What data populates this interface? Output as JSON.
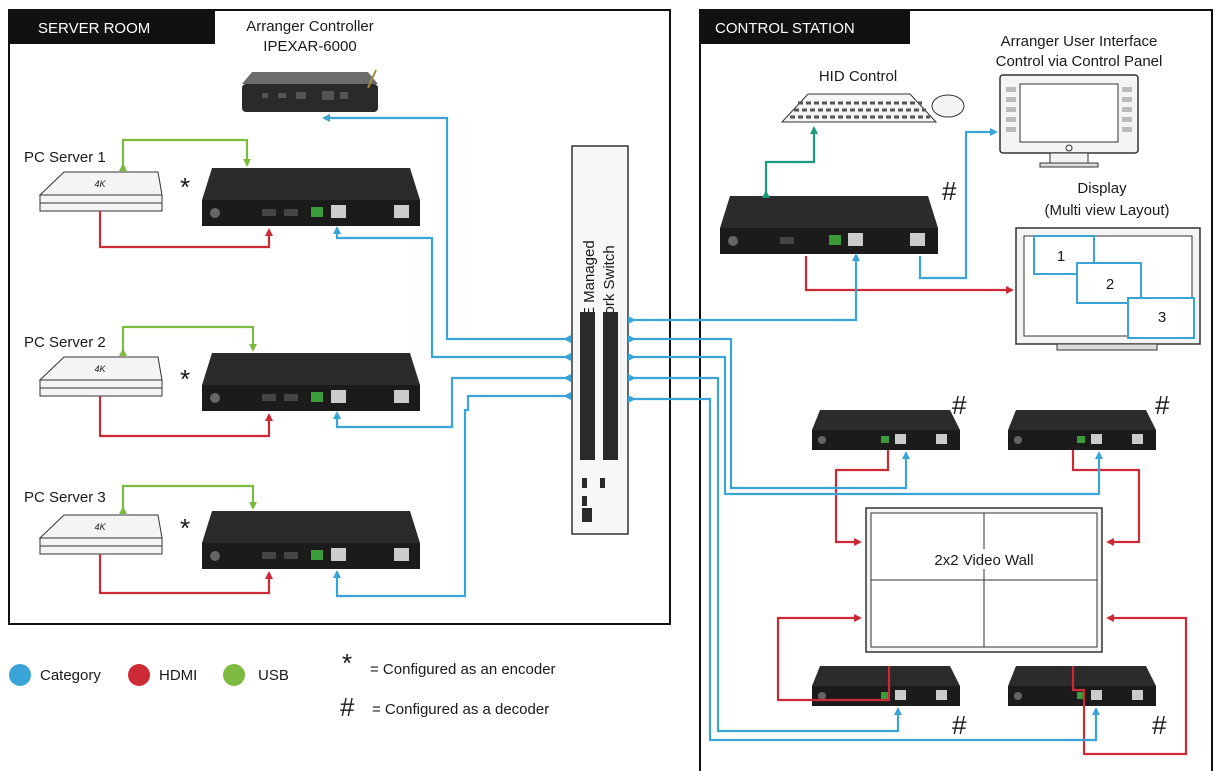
{
  "sections": {
    "server_room": "SERVER ROOM",
    "control_station": "CONTROL STATION"
  },
  "controller": {
    "title": "Arranger Controller",
    "model": "IPEXAR-6000"
  },
  "servers": [
    {
      "label": "PC Server 1",
      "badge": "4K",
      "mark": "*"
    },
    {
      "label": "PC Server 2",
      "badge": "4K",
      "mark": "*"
    },
    {
      "label": "PC Server 3",
      "badge": "4K",
      "mark": "*"
    }
  ],
  "switch": {
    "line1": "10GbE Managed",
    "line2": "Network Switch"
  },
  "control_station": {
    "hid_label": "HID Control",
    "ui_label_1": "Arranger User Interface",
    "ui_label_2": "Control via Control Panel",
    "display_label_1": "Display",
    "display_label_2": "(Multi view Layout)",
    "windows": [
      "1",
      "2",
      "3"
    ],
    "decoder_mark": "#",
    "video_wall_label": "2x2 Video Wall"
  },
  "legend": {
    "category": {
      "label": "Category",
      "color": "#3aa3d8"
    },
    "hdmi": {
      "label": "HDMI",
      "color": "#cc2b36"
    },
    "usb": {
      "label": "USB",
      "color": "#7cbb3f"
    },
    "encoder_symbol": "*",
    "encoder_text": "= Configured as an encoder",
    "decoder_symbol": "#",
    "decoder_text": "= Configured as a decoder"
  },
  "colors": {
    "category": "#3aa3d8",
    "hdmi": "#cc2b36",
    "usb": "#7cbb3f",
    "hid": "#1a9a7a",
    "device": "#1c1c1c"
  }
}
